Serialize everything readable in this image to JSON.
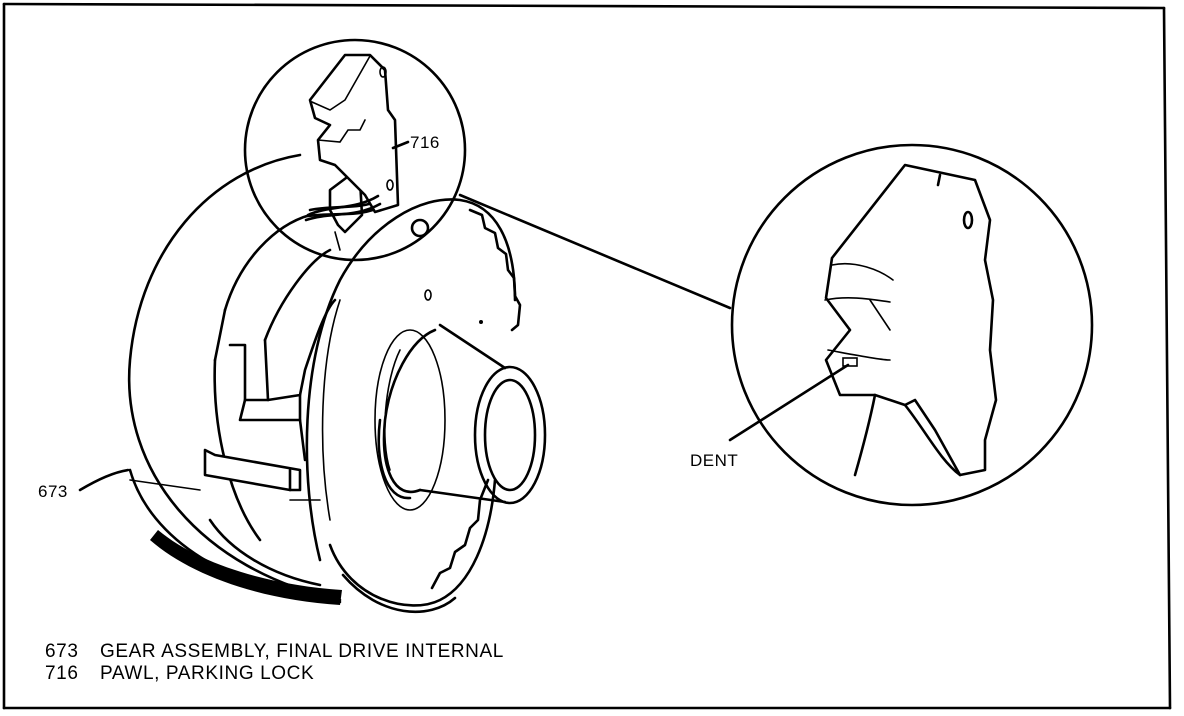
{
  "callouts": {
    "gear_number": "673",
    "pawl_number": "716",
    "dent": "DENT"
  },
  "legend": [
    {
      "number": "673",
      "description": "GEAR ASSEMBLY, FINAL DRIVE INTERNAL"
    },
    {
      "number": "716",
      "description": "PAWL, PARKING LOCK"
    }
  ],
  "colors": {
    "ink": "#000000",
    "paper": "#ffffff"
  }
}
